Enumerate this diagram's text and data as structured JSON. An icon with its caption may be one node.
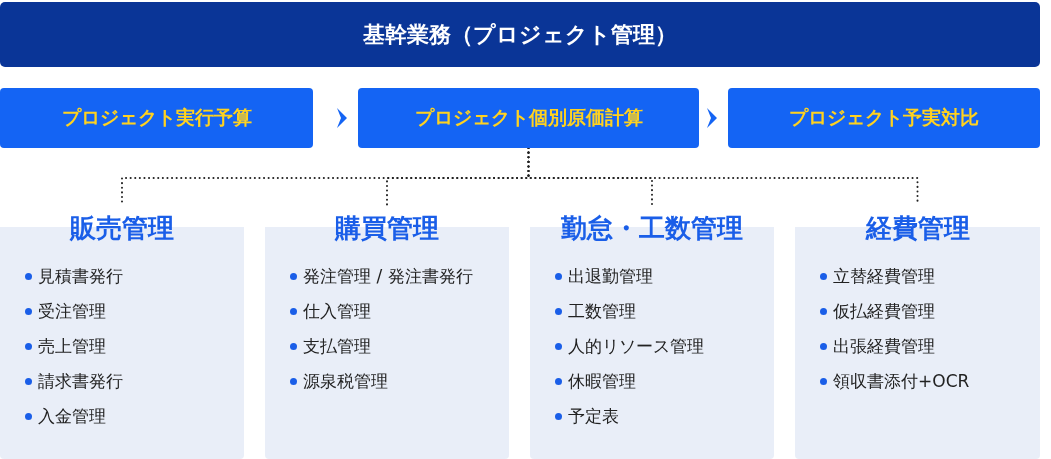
{
  "diagram": {
    "nodes": [
      {
        "text": [
          "基幹業務（プロジェクト管理）"
        ]
      },
      {
        "text": [
          "プロジェクト実行予算"
        ]
      },
      {
        "text": [
          "プロジェクト個別原価計算"
        ]
      },
      {
        "text": [
          "プロジェクト予実対比"
        ]
      },
      {
        "text": [
          "販売管理",
          "見積書発行",
          "受注管理",
          "売上管理",
          "請求書発行",
          "入金管理"
        ]
      },
      {
        "text": [
          "購買管理",
          "発注管理 / 発注書発行",
          "仕入管理",
          "支払管理",
          "源泉税管理"
        ]
      },
      {
        "text": [
          "勤怠・工数管理",
          "出退勤管理",
          "工数管理",
          "人的リソース管理",
          "休暇管理",
          "予定表"
        ]
      },
      {
        "text": [
          "経費管理",
          "立替経費管理",
          "仮払経費管理",
          "出張経費管理",
          "領収書添付+OCR"
        ]
      }
    ],
    "edges": [
      {
        "from": 1,
        "to": 2,
        "arrow": "to",
        "color": "#1464f4"
      },
      {
        "from": 2,
        "to": 3,
        "arrow": "to",
        "color": "#1464f4"
      },
      {
        "from": 2,
        "to": 4,
        "arrow": "none",
        "style": "dashed"
      },
      {
        "from": 2,
        "to": 5,
        "arrow": "none",
        "style": "dashed"
      },
      {
        "from": 2,
        "to": 6,
        "arrow": "none",
        "style": "dashed"
      },
      {
        "from": 2,
        "to": 7,
        "arrow": "none",
        "style": "dashed"
      }
    ]
  }
}
